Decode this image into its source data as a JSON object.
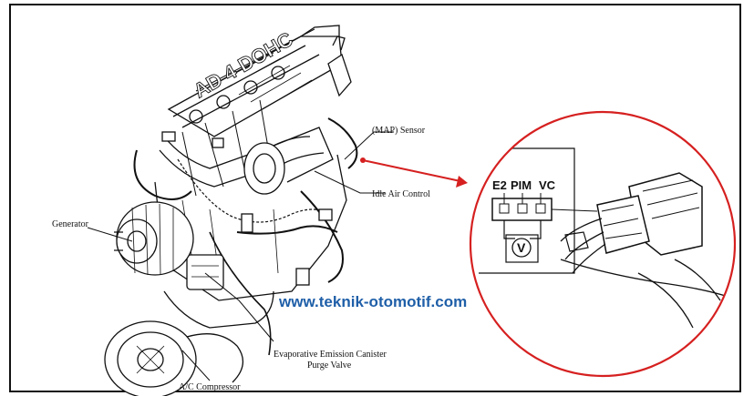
{
  "labels": {
    "map_sensor": "(MAP) Sensor",
    "idle_air_control": "Idle Air Control",
    "generator": "Generator",
    "evap_line1": "Evaporative Emission Canister",
    "evap_line2": "Purge Valve",
    "ac_compressor": "A/C Compressor"
  },
  "engine_head_text": "AD 4 DOHC",
  "watermark": "www.teknik-otomotif.com",
  "connector_pins": [
    "E2",
    "PIM",
    "VC"
  ],
  "voltmeter_symbol": "V",
  "colors": {
    "callout_arrow": "#d62020",
    "callout_circle": "#d62020",
    "watermark": "#1f5fa8",
    "line_art": "#111111"
  }
}
